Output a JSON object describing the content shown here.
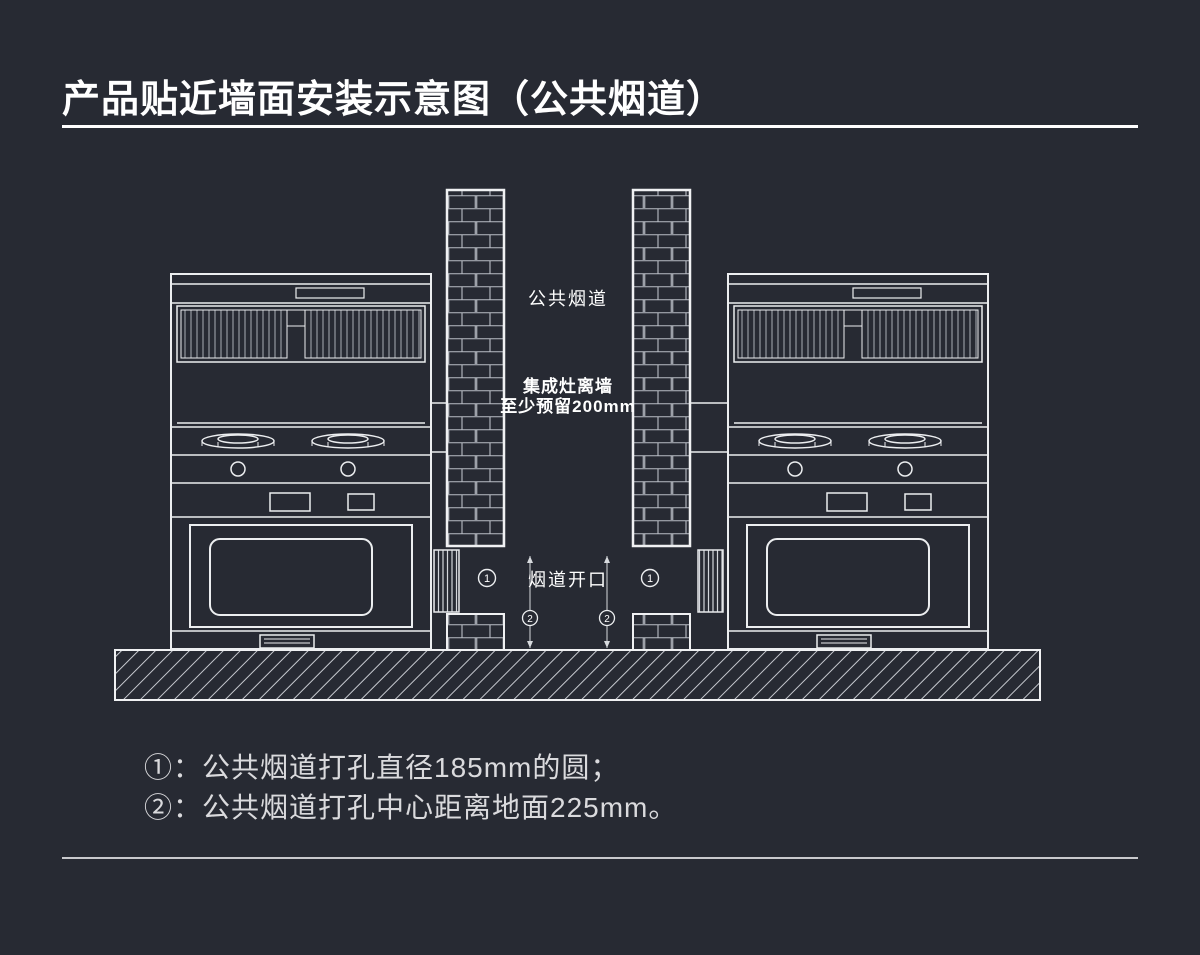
{
  "page": {
    "title": "产品贴近墙面安装示意图（公共烟道）",
    "bg_color": "#272a33",
    "line_color": "#eceef0"
  },
  "diagram": {
    "labels": {
      "flue": "公共烟道",
      "clearance_line1": "集成灶离墙",
      "clearance_line2": "至少预留200mm",
      "opening": "烟道开口",
      "marker1": "1",
      "marker2": "2"
    }
  },
  "notes": {
    "note1": "①：公共烟道打孔直径185mm的圆；",
    "note2": "②：公共烟道打孔中心距离地面225mm。"
  }
}
